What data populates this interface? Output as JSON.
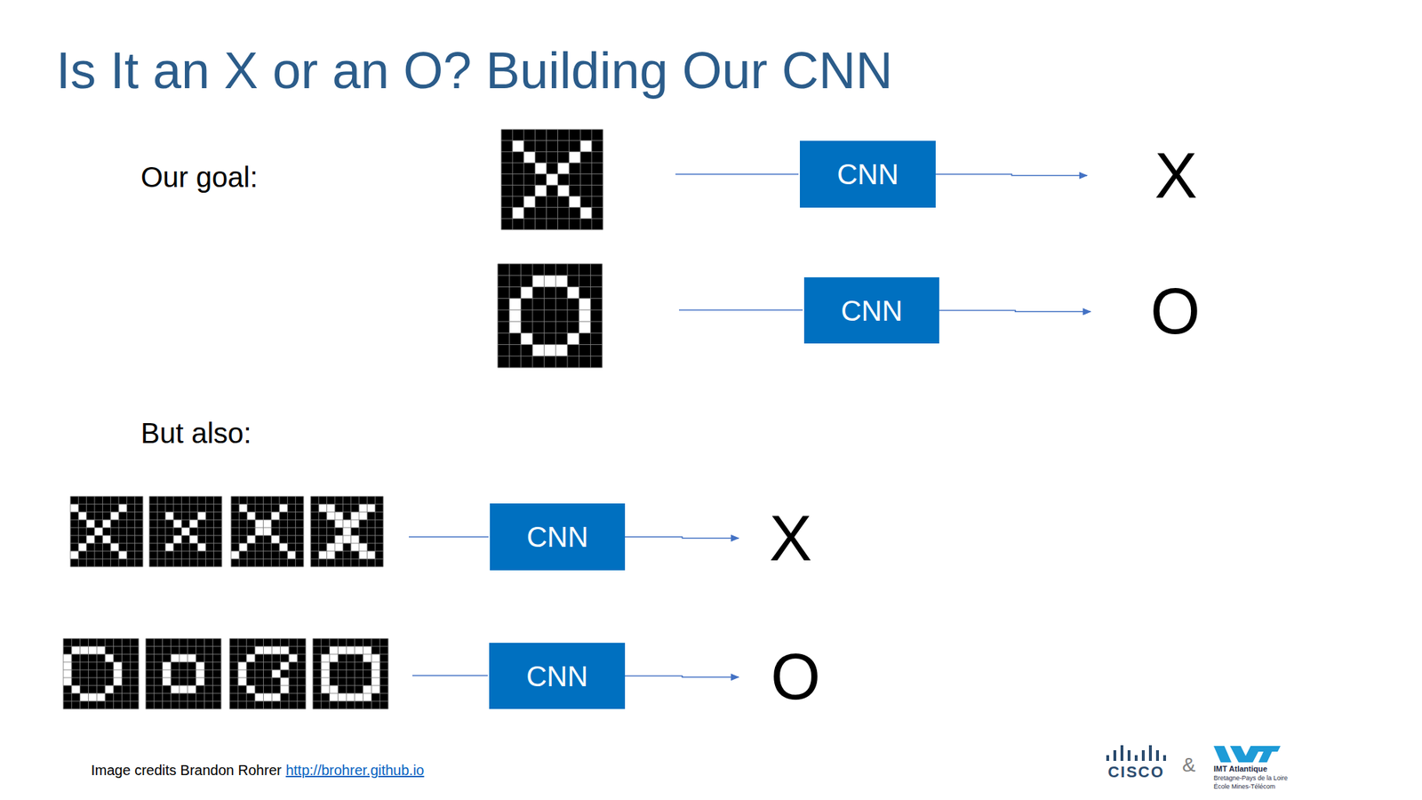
{
  "diagram": {
    "title": "Is It an X or an O? Building Our CNN",
    "nodes": [
      {
        "text": [
          "CNN"
        ]
      },
      {
        "text": [
          "X"
        ]
      },
      {
        "text": [
          "CNN"
        ]
      },
      {
        "text": [
          "O"
        ]
      },
      {
        "text": [
          "CNN"
        ]
      },
      {
        "text": [
          "X"
        ]
      },
      {
        "text": [
          "CNN"
        ]
      },
      {
        "text": [
          "O"
        ]
      }
    ],
    "edges": [
      {
        "from": 0,
        "to": 1,
        "arrow": "to"
      },
      {
        "from": 2,
        "to": 3,
        "arrow": "to"
      },
      {
        "from": 4,
        "to": 5,
        "arrow": "to"
      },
      {
        "from": 6,
        "to": 7,
        "arrow": "to"
      }
    ],
    "labels": [
      "Our goal:",
      "But also:",
      "Image credits Brandon Rohrer",
      "http://brohrer.github.io",
      "CISCO",
      "&",
      "IMT Atlantique",
      "Bretagne-Pays de la Loire",
      "École Mines-Télécom"
    ]
  }
}
